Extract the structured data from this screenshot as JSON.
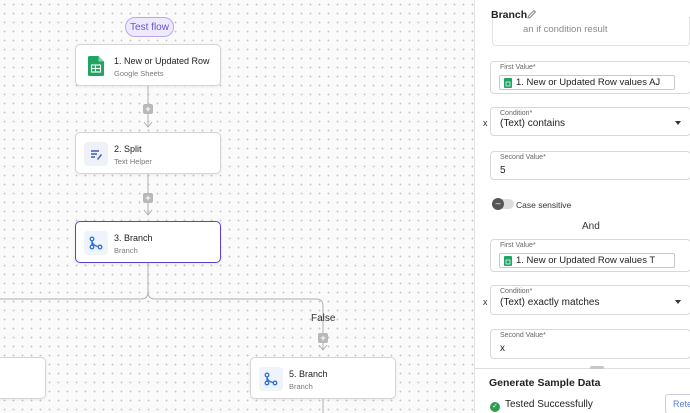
{
  "canvas": {
    "test_flow_label": "Test flow",
    "false_label": "False",
    "steps": [
      {
        "title": "1. New or Updated Row",
        "subtitle": "Google Sheets",
        "icon": "google-sheets-icon"
      },
      {
        "title": "2. Split",
        "subtitle": "Text Helper",
        "icon": "text-helper-icon"
      },
      {
        "title": "3. Branch",
        "subtitle": "Branch",
        "icon": "branch-icon"
      },
      {
        "title": "5. Branch",
        "subtitle": "Branch",
        "icon": "branch-icon"
      }
    ]
  },
  "panel": {
    "title": "Branch",
    "hint": "an if condition result",
    "group1": {
      "first_value_label": "First Value*",
      "first_value": "1. New or Updated Row values AJ",
      "condition_label": "Condition*",
      "condition": "(Text) contains",
      "second_value_label": "Second Value*",
      "second_value": "5",
      "remove": "x"
    },
    "case_sensitive_label": "Case sensitive",
    "and_label": "And",
    "group2": {
      "first_value_label": "First Value*",
      "first_value": "1. New or Updated Row values T",
      "condition_label": "Condition*",
      "condition": "(Text) exactly matches",
      "second_value_label": "Second Value*",
      "second_value": "x",
      "remove": "x"
    },
    "generate_title": "Generate Sample Data",
    "tested_label": "Tested Successfully",
    "retest_label": "Retest"
  },
  "colors": {
    "accent": "#5b3fd6",
    "sheets_green": "#1fa463",
    "branch_blue": "#2f6fdb",
    "success": "#2e9b4e"
  }
}
